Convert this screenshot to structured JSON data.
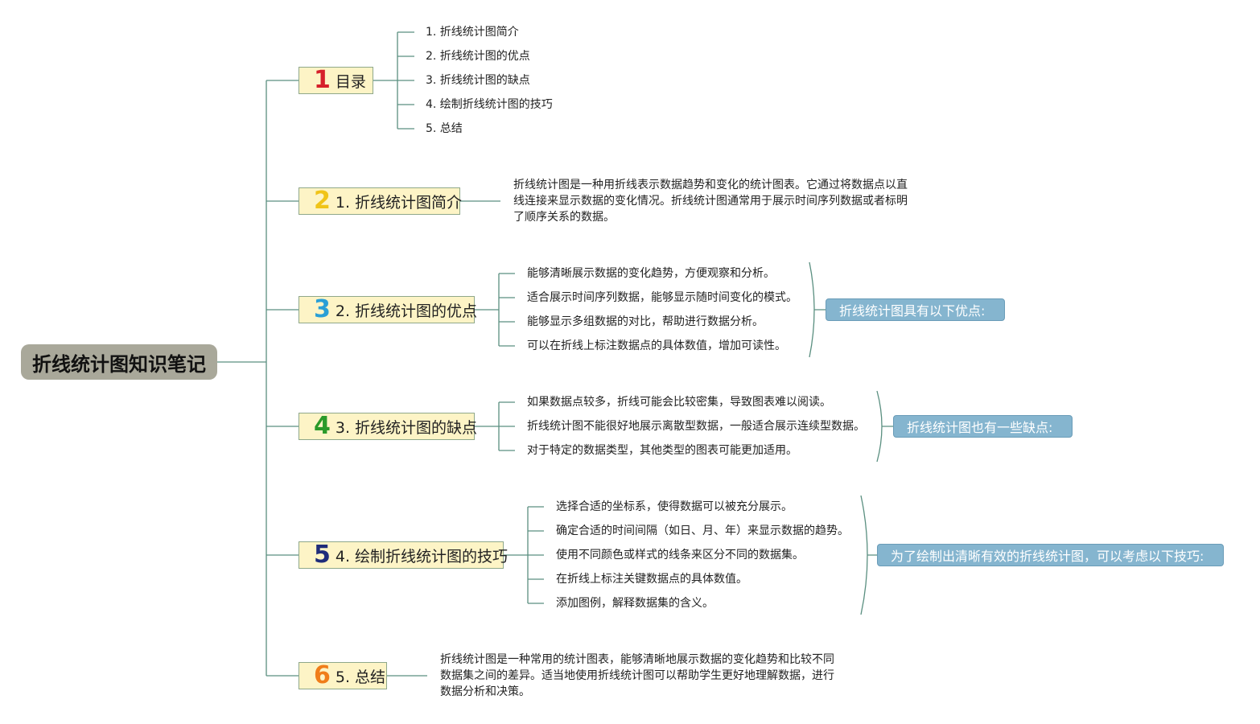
{
  "root": {
    "title": "折线统计图知识笔记"
  },
  "number_colors": [
    "#d6202a",
    "#f0c419",
    "#2a9fd6",
    "#2a9a2a",
    "#1f2c7a",
    "#f07d1a"
  ],
  "line_color": "#5a8f80",
  "branches": [
    {
      "number": "1",
      "label": "目录",
      "leaves": [
        "1. 折线统计图简介",
        "2. 折线统计图的优点",
        "3. 折线统计图的缺点",
        "4. 绘制折线统计图的技巧",
        "5. 总结"
      ]
    },
    {
      "number": "2",
      "label": "1. 折线统计图简介",
      "paragraph": [
        "折线统计图是一种用折线表示数据趋势和变化的统计图表。它通过将数据点以直",
        "线连接来显示数据的变化情况。折线统计图通常用于展示时间序列数据或者标明",
        "了顺序关系的数据。"
      ]
    },
    {
      "number": "3",
      "label": "2. 折线统计图的优点",
      "leaves": [
        "能够清晰展示数据的变化趋势，方便观察和分析。",
        "适合展示时间序列数据，能够显示随时间变化的模式。",
        "能够显示多组数据的对比，帮助进行数据分析。",
        "可以在折线上标注数据点的具体数值，增加可读性。"
      ],
      "callout": "折线统计图具有以下优点:"
    },
    {
      "number": "4",
      "label": "3. 折线统计图的缺点",
      "leaves": [
        "如果数据点较多，折线可能会比较密集，导致图表难以阅读。",
        "折线统计图不能很好地展示离散型数据，一般适合展示连续型数据。",
        "对于特定的数据类型，其他类型的图表可能更加适用。"
      ],
      "callout": "折线统计图也有一些缺点:"
    },
    {
      "number": "5",
      "label": "4. 绘制折线统计图的技巧",
      "leaves": [
        "选择合适的坐标系，使得数据可以被充分展示。",
        "确定合适的时间间隔（如日、月、年）来显示数据的趋势。",
        "使用不同颜色或样式的线条来区分不同的数据集。",
        "在折线上标注关键数据点的具体数值。",
        "添加图例，解释数据集的含义。"
      ],
      "callout": "为了绘制出清晰有效的折线统计图，可以考虑以下技巧:"
    },
    {
      "number": "6",
      "label": "5. 总结",
      "paragraph": [
        "折线统计图是一种常用的统计图表，能够清晰地展示数据的变化趋势和比较不同",
        "数据集之间的差异。适当地使用折线统计图可以帮助学生更好地理解数据，进行",
        "数据分析和决策。"
      ]
    }
  ]
}
